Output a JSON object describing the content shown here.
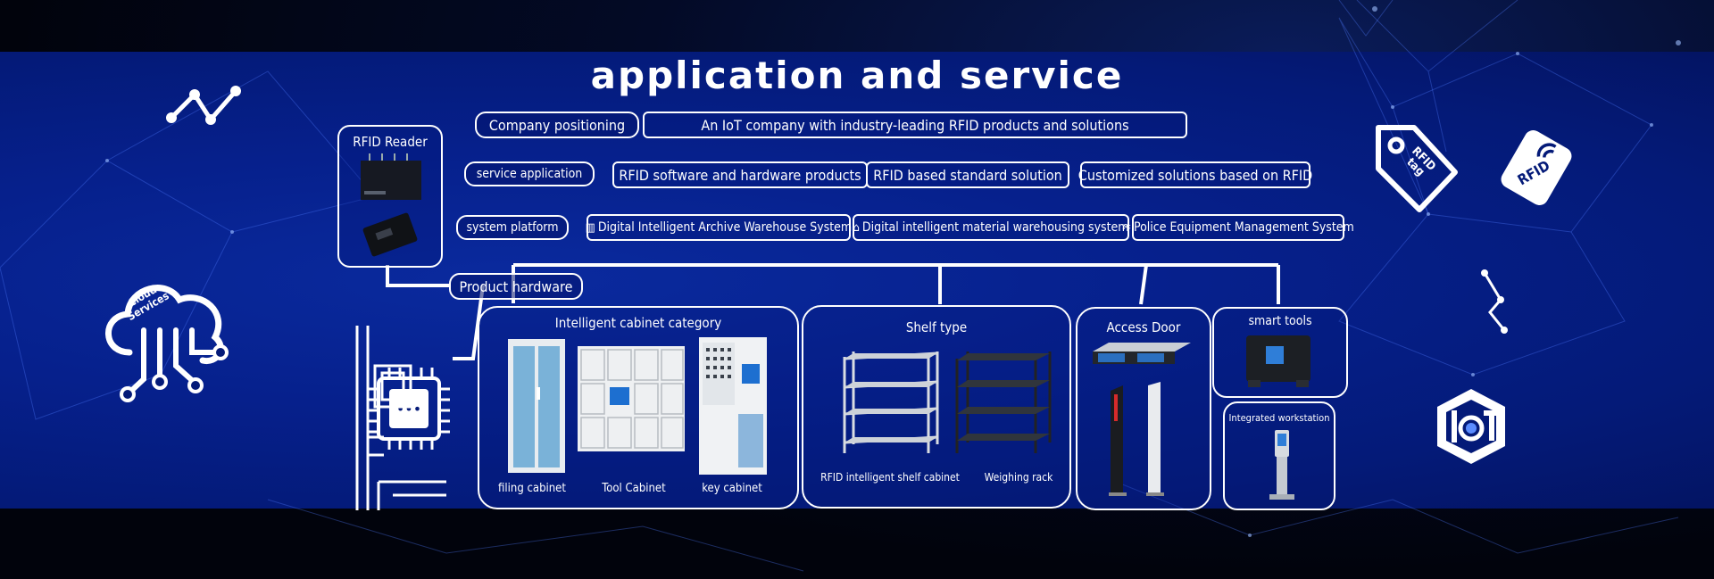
{
  "title": "application and service",
  "rfid_reader": {
    "label": "RFID Reader"
  },
  "rows": {
    "positioning": {
      "label": "Company positioning",
      "items": [
        "An IoT company with industry-leading RFID products and solutions"
      ]
    },
    "service": {
      "label": "service application",
      "items": [
        "RFID software and hardware products",
        "RFID based standard solution",
        "Customized solutions based on RFID"
      ]
    },
    "platform": {
      "label": "system platform",
      "items": [
        "Digital Intelligent Archive Warehouse System",
        "Digital intelligent material warehousing system",
        "Police Equipment Management System"
      ]
    }
  },
  "hardware": {
    "label": "Product hardware",
    "cabinet": {
      "title": "Intelligent cabinet category",
      "items": [
        "filing cabinet",
        "Tool Cabinet",
        "key cabinet"
      ]
    },
    "shelf": {
      "title": "Shelf type",
      "items": [
        "RFID intelligent shelf cabinet",
        "Weighing rack"
      ]
    },
    "door": {
      "title": "Access Door"
    },
    "tools": {
      "title": "smart tools"
    },
    "workstation": {
      "title": "Integrated workstation"
    }
  },
  "icons": {
    "cloud_text": "Cloud Services",
    "tag_text": "RFID tag",
    "rfid_card_text": "RFID",
    "iot_text": "IoT"
  },
  "colors": {
    "band": "#06208c",
    "line": "#ffffff",
    "background": "#01030c"
  }
}
